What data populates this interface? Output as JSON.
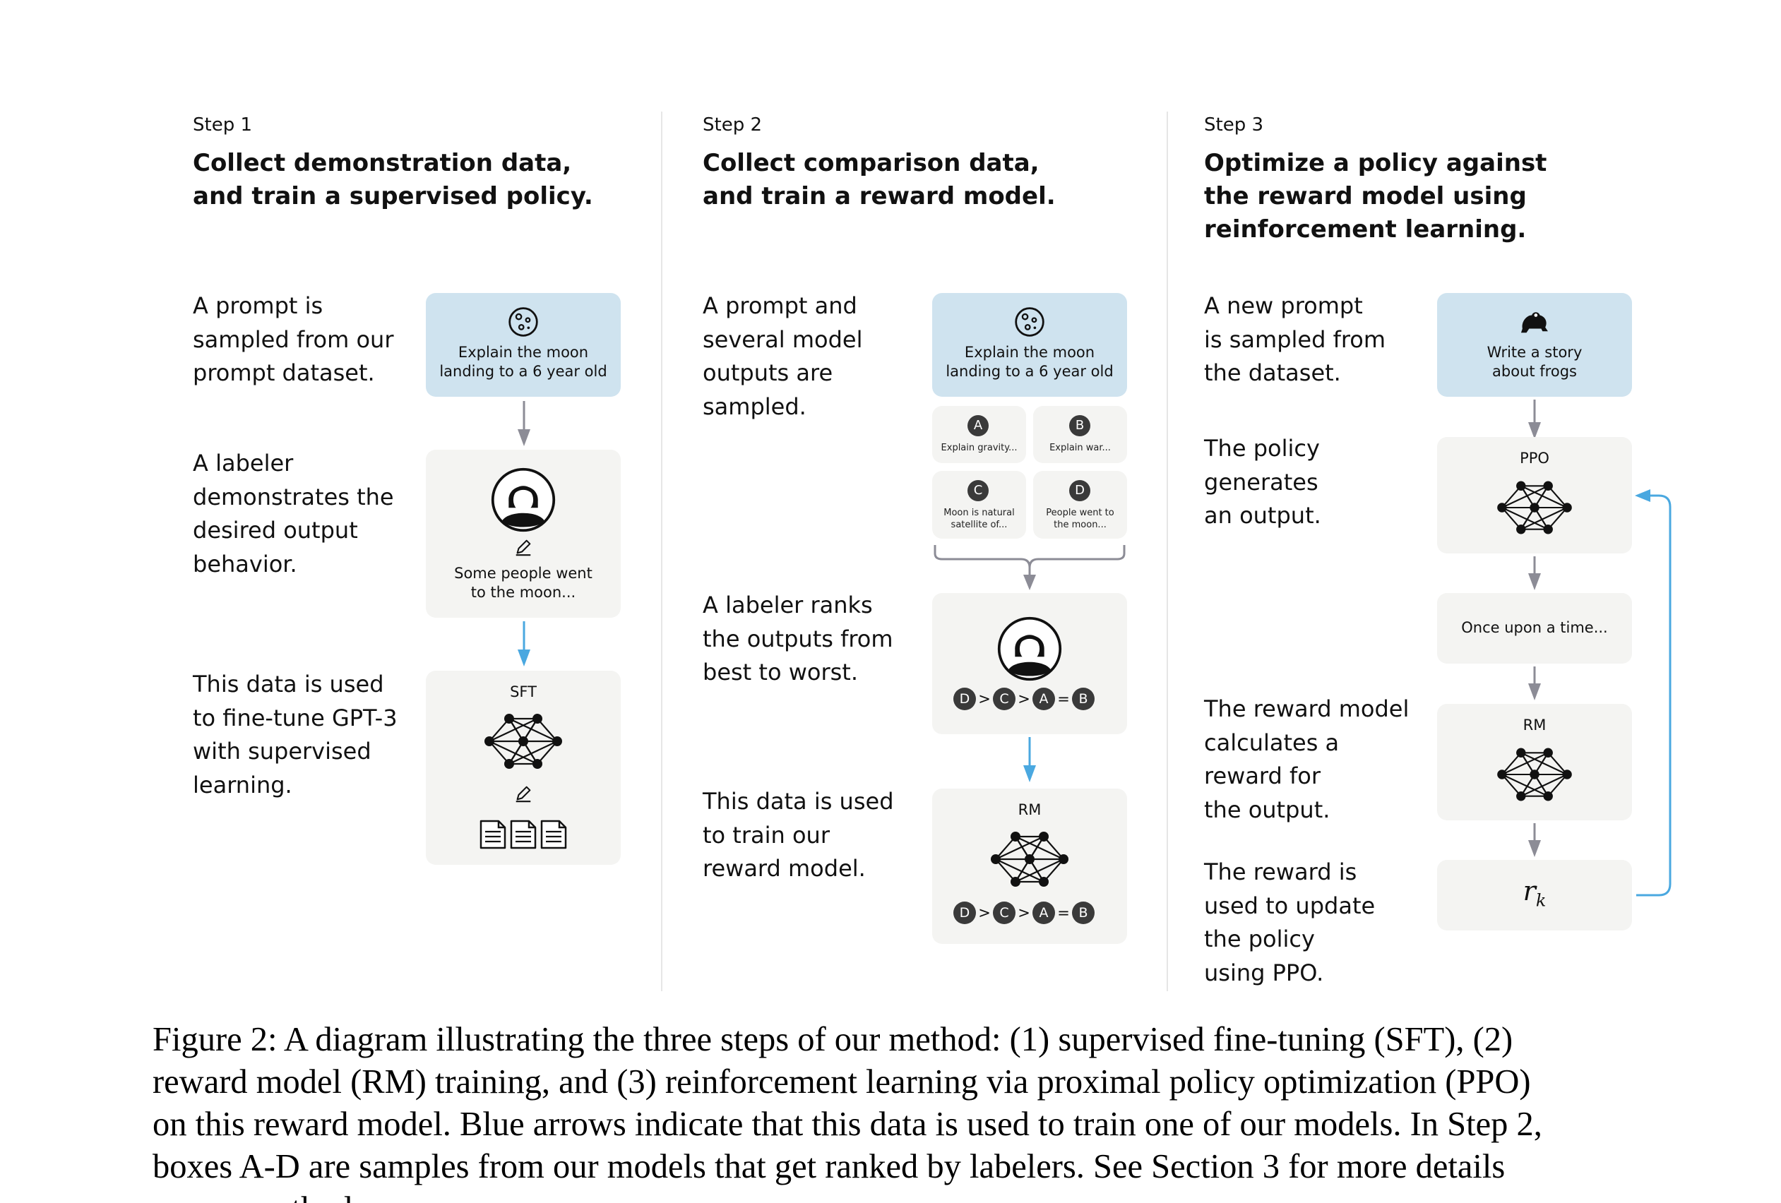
{
  "step1": {
    "label": "Step 1",
    "title_line1": "Collect demonstration data,",
    "title_line2": "and train a supervised policy.",
    "desc1": [
      "A prompt is",
      "sampled from our",
      "prompt dataset."
    ],
    "desc2": [
      "A labeler",
      "demonstrates the",
      "desired output",
      "behavior."
    ],
    "desc3": [
      "This data is used",
      "to fine-tune GPT-3",
      "with supervised",
      "learning."
    ],
    "prompt_line1": "Explain the moon",
    "prompt_line2": "landing to a 6 year old",
    "demo_line1": "Some people went",
    "demo_line2": "to the moon...",
    "model_label": "SFT"
  },
  "step2": {
    "label": "Step 2",
    "title_line1": "Collect comparison data,",
    "title_line2": "and train a reward model.",
    "desc1": [
      "A prompt and",
      "several model",
      "outputs are",
      "sampled."
    ],
    "desc2": [
      "A labeler ranks",
      "the outputs from",
      "best to worst."
    ],
    "desc3": [
      "This data is used",
      "to train our",
      "reward model."
    ],
    "prompt_line1": "Explain the moon",
    "prompt_line2": "landing to a 6 year old",
    "outputs": [
      {
        "letter": "A",
        "text1": "Explain gravity...",
        "text2": ""
      },
      {
        "letter": "B",
        "text1": "Explain war...",
        "text2": ""
      },
      {
        "letter": "C",
        "text1": "Moon is natural",
        "text2": "satellite of..."
      },
      {
        "letter": "D",
        "text1": "People went to",
        "text2": "the moon..."
      }
    ],
    "ranking": [
      "D",
      ">",
      "C",
      ">",
      "A",
      "=",
      "B"
    ],
    "model_label": "RM"
  },
  "step3": {
    "label": "Step 3",
    "title_line1": "Optimize a policy against",
    "title_line2": "the reward model using",
    "title_line3": "reinforcement learning.",
    "desc1": [
      "A new prompt",
      "is sampled from",
      "the dataset."
    ],
    "desc2": [
      "The policy",
      "generates",
      "an output."
    ],
    "desc3": [
      "The reward model",
      "calculates a",
      "reward for",
      "the output."
    ],
    "desc4": [
      "The reward is",
      "used to update",
      "the policy",
      "using PPO."
    ],
    "prompt_line1": "Write a story",
    "prompt_line2": "about frogs",
    "policy_label": "PPO",
    "output_text": "Once upon a time...",
    "rm_label": "RM",
    "reward_symbol": "r",
    "reward_subscript": "k"
  },
  "caption": [
    "Figure 2: A diagram illustrating the three steps of our method: (1) supervised fine-tuning (SFT), (2)",
    "reward model (RM) training, and (3) reinforcement learning via proximal policy optimization (PPO)",
    "on this reward model. Blue arrows indicate that this data is used to train one of our models. In Step 2,",
    "boxes A-D are samples from our models that get ranked by labelers. See Section 3 for more details",
    "on our method."
  ],
  "colors": {
    "blue_box": "#cfe3ef",
    "grey_box": "#f4f4f2",
    "blue_arrow": "#4aa8e0",
    "grey_arrow": "#8c8c96"
  }
}
